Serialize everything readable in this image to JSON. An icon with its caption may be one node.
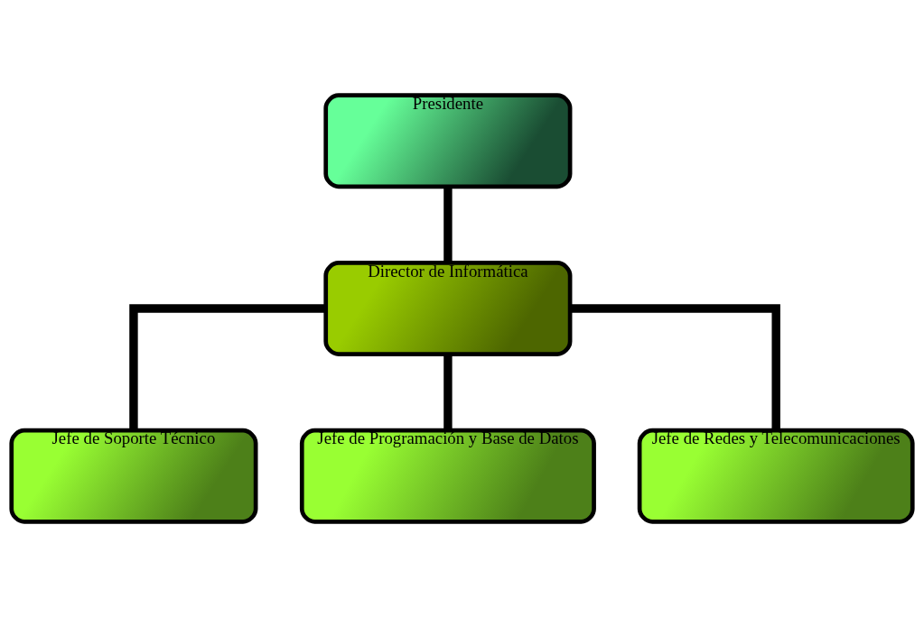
{
  "diagram": {
    "nodes": [
      {
        "text": [
          "Presidente"
        ]
      },
      {
        "text": [
          "Director de Informática"
        ]
      },
      {
        "text": [
          "Jefe de Soporte Técnico"
        ]
      },
      {
        "text": [
          "Jefe de Programación y Base de Datos"
        ]
      },
      {
        "text": [
          "Jefe de Redes y Telecomunicaciones"
        ]
      }
    ],
    "edges": [
      {
        "from": 0,
        "to": 1,
        "arrow": "none"
      },
      {
        "from": 1,
        "to": 2,
        "arrow": "none"
      },
      {
        "from": 1,
        "to": 3,
        "arrow": "none"
      },
      {
        "from": 1,
        "to": 4,
        "arrow": "none"
      }
    ]
  }
}
